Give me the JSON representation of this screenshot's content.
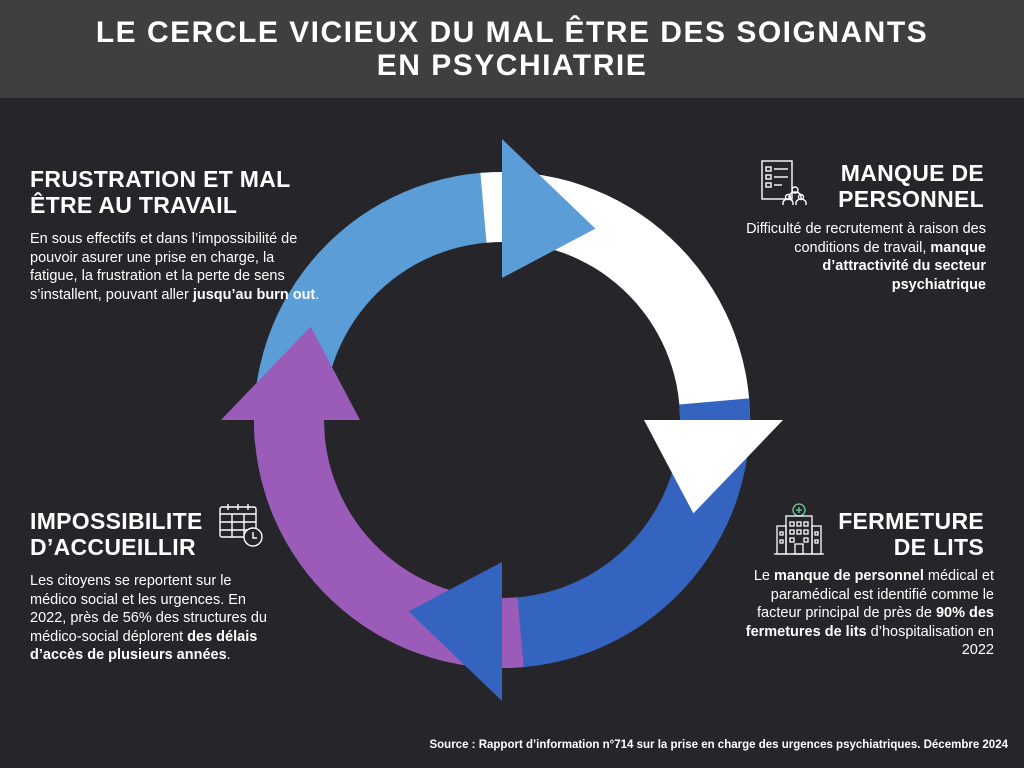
{
  "title": {
    "line1": "LE CERCLE VICIEUX DU MAL ÊTRE DES SOIGNANTS",
    "line2": "EN PSYCHIATRIE"
  },
  "colors": {
    "light_blue": "#5b9dd7",
    "white": "#ffffff",
    "dark_blue": "#3564c0",
    "purple": "#9a5cb8",
    "background": "#25252a",
    "header": "#3f3f3f"
  },
  "sections": {
    "frustration": {
      "heading1": "FRUSTRATION ET MAL",
      "heading2": "ÊTRE AU TRAVAIL",
      "text": "En sous effectifs et dans l’impossibilité de pouvoir asurer une prise en charge, la fatigue, la frustration et la perte de sens s’installent,  pouvant aller ",
      "bold": "jusqu’au burn out",
      "end": "."
    },
    "manque": {
      "icon": "checklist-people-icon",
      "heading1": "MANQUE DE",
      "heading2": "PERSONNEL",
      "text": "Difficulté de recrutement à raison des conditions de travail, ",
      "bold": "manque d’attractivité du secteur psychiatrique"
    },
    "fermeture": {
      "icon": "hospital-icon",
      "heading1": "FERMETURE",
      "heading2": "DE LITS",
      "t1": "Le ",
      "b1": "manque de personnel",
      "t2": " médical et paramédical est identifié comme le facteur principal de près de ",
      "b2": "90% des fermetures de lits",
      "t3": " d’hospitalisation en 2022"
    },
    "impossibilite": {
      "icon": "calendar-clock-icon",
      "heading1": "IMPOSSIBILITE",
      "heading2": "D’ACCUEILLIR",
      "text": "Les citoyens se reportent sur le médico social et les urgences. En 2022, près de 56% des structures du médico-social déplorent ",
      "bold": "des délais d’accès de plusieurs années",
      "end": "."
    }
  },
  "source": "Source : Rapport d’information n°714 sur la prise en charge des urgences psychiatriques. Décembre 2024"
}
